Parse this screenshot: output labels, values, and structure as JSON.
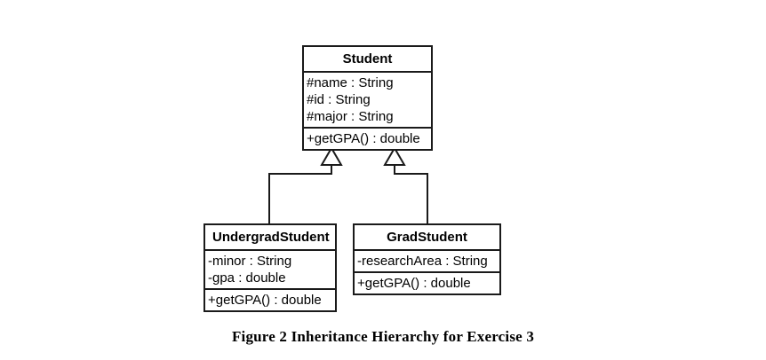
{
  "figure": {
    "caption": "Figure 2 Inheritance Hierarchy for Exercise 3"
  },
  "diagram": {
    "type": "uml-class-diagram",
    "relationship": "generalization",
    "background_color": "#ffffff",
    "line_color": "#1a1a1a",
    "text_color": "#000000",
    "classes": [
      {
        "id": "student",
        "name": "Student",
        "role": "superclass",
        "attributes": [
          "#name : String",
          "#id : String",
          "#major : String"
        ],
        "operations": [
          "+getGPA() : double"
        ]
      },
      {
        "id": "undergrad",
        "name": "UndergradStudent",
        "role": "subclass",
        "attributes": [
          "-minor : String",
          "-gpa : double"
        ],
        "operations": [
          "+getGPA() : double"
        ]
      },
      {
        "id": "grad",
        "name": "GradStudent",
        "role": "subclass",
        "attributes": [
          "-researchArea : String"
        ],
        "operations": [
          "+getGPA() : double"
        ]
      }
    ],
    "generalizations": [
      {
        "from": "undergrad",
        "to": "student",
        "arrow": "hollow-triangle"
      },
      {
        "from": "grad",
        "to": "student",
        "arrow": "hollow-triangle"
      }
    ]
  }
}
